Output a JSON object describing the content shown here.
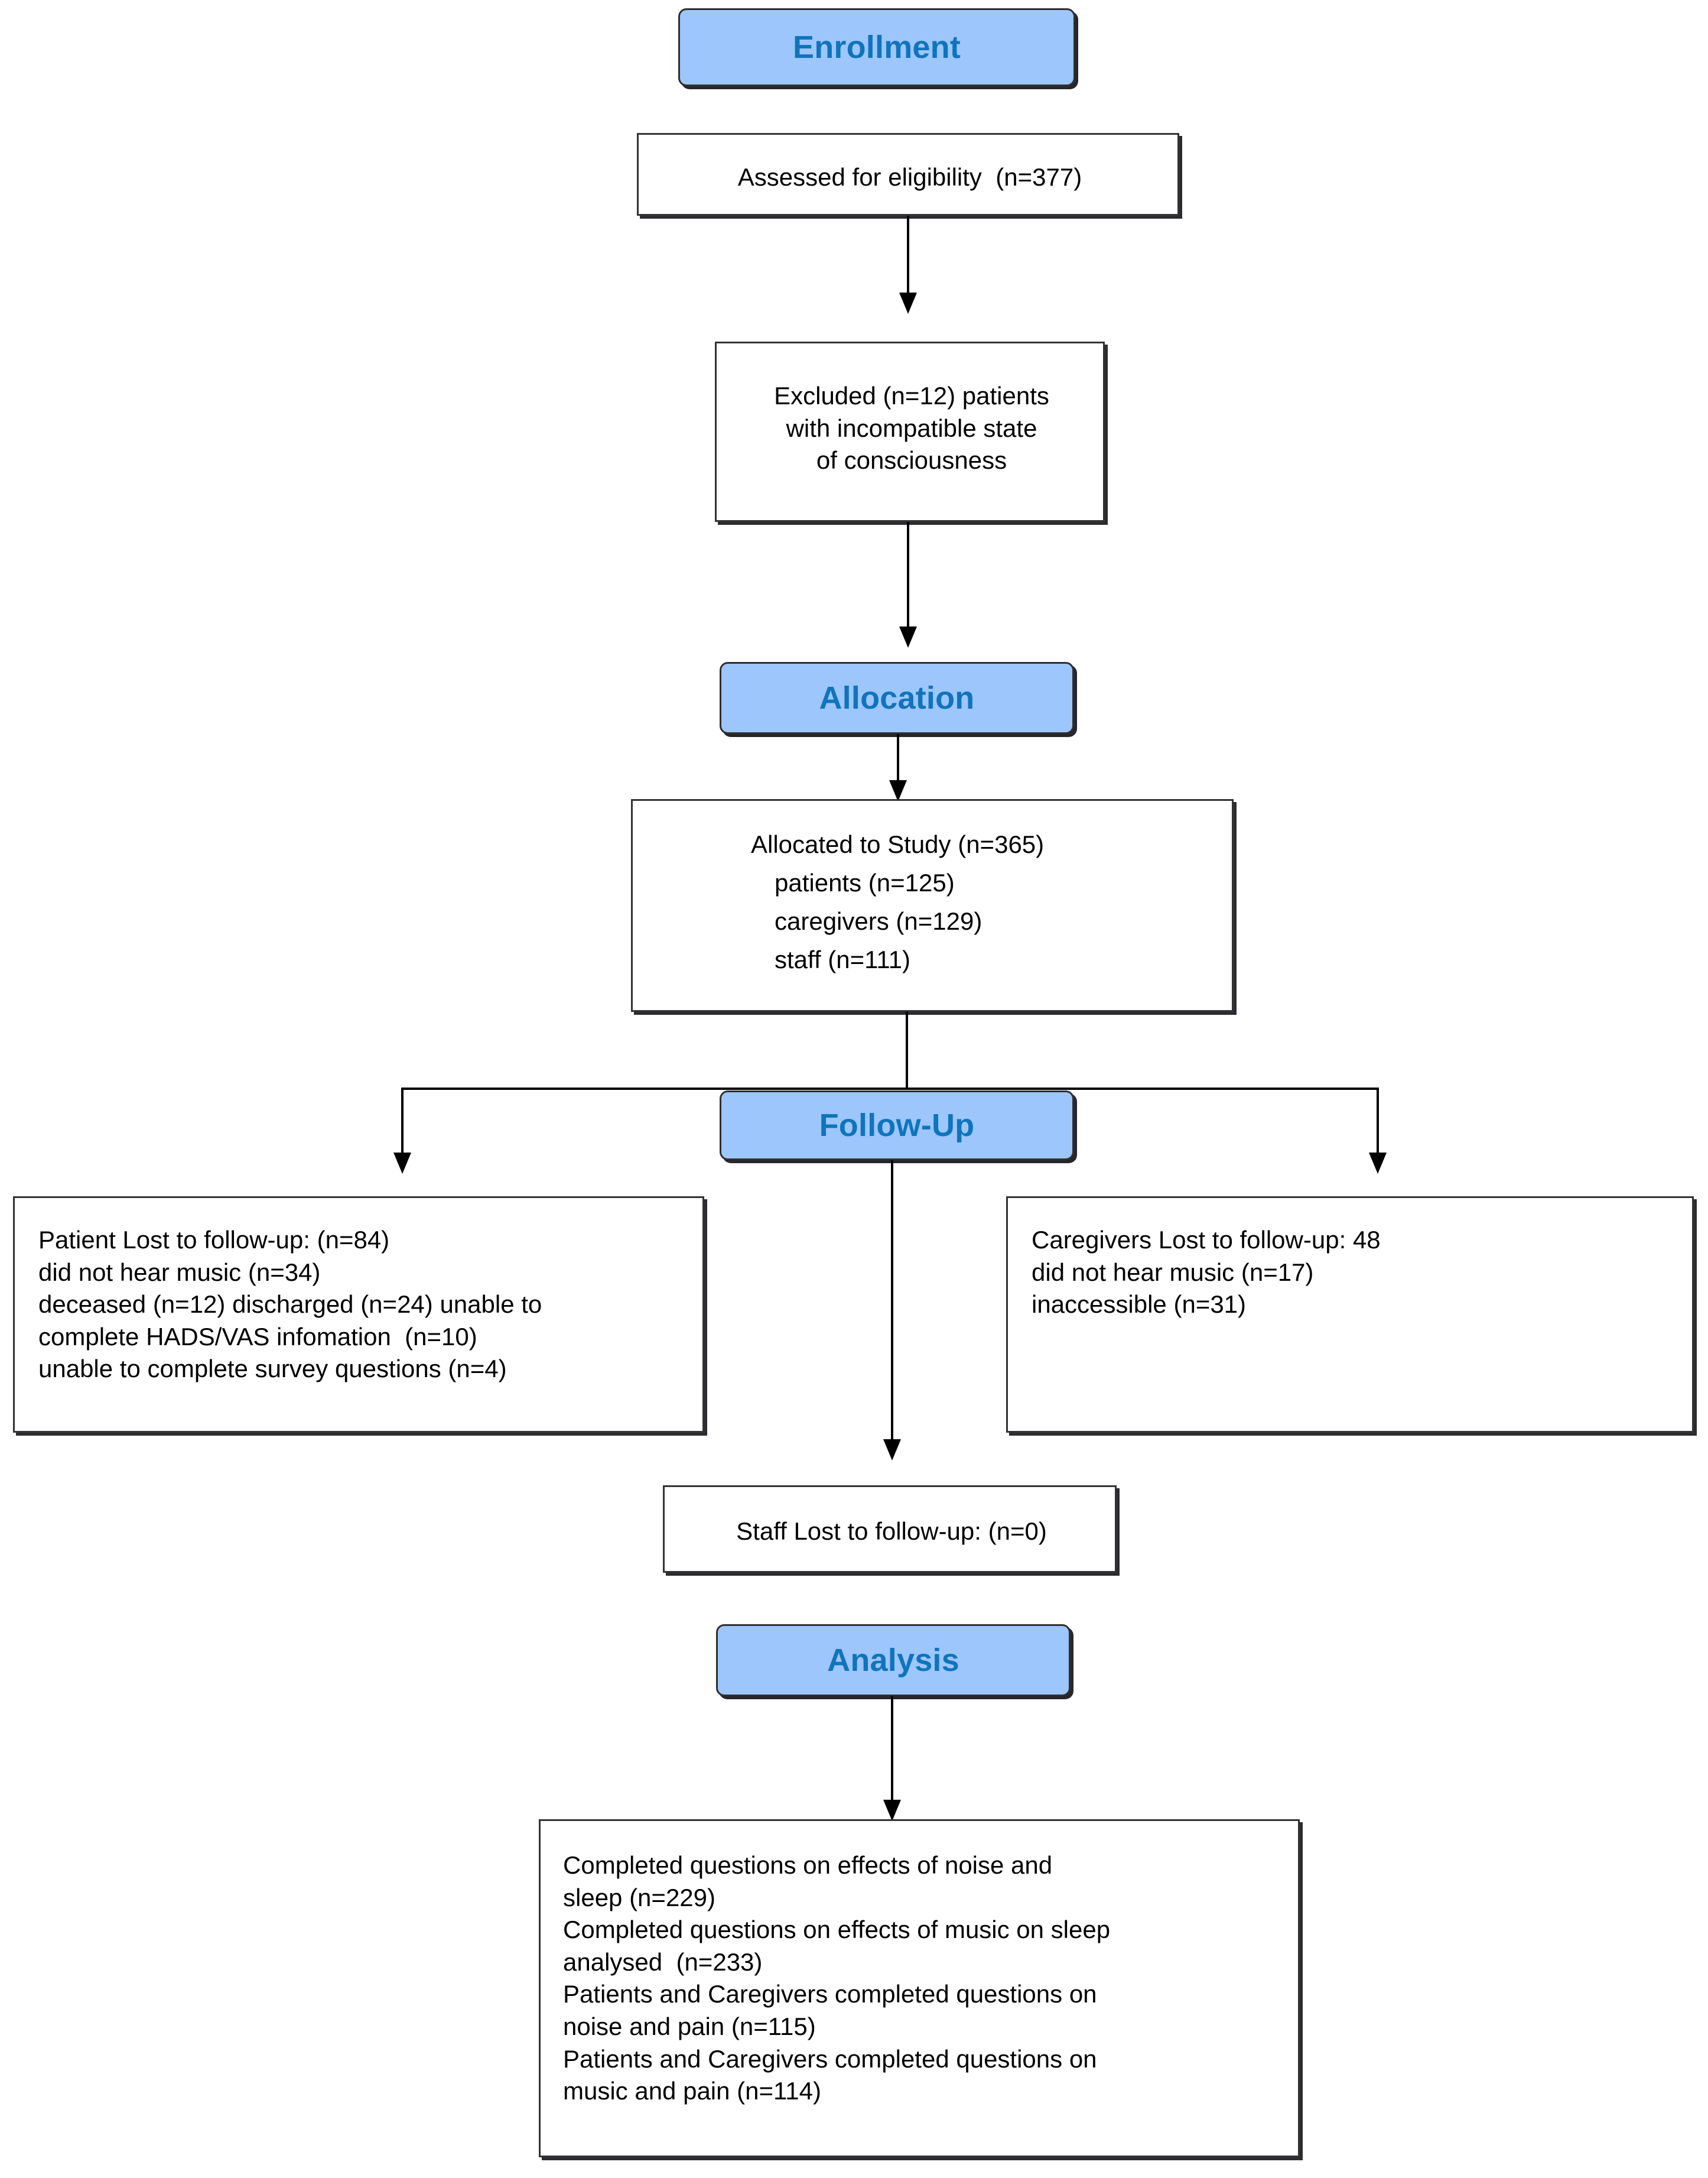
{
  "diagram": {
    "title": "CONSORT participant flow diagram",
    "accent_color": "#9DC6FC",
    "banner_text_color": "#1074BC",
    "box_border_color": "#333333",
    "background_color": "#ffffff"
  },
  "stages": {
    "enrollment": "Enrollment",
    "allocation": "Allocation",
    "follow_up": "Follow-Up",
    "analysis": "Analysis"
  },
  "boxes": {
    "assessed": {
      "text": "Assessed for eligibility  (n=377)",
      "n": 377
    },
    "excluded": {
      "text": "Excluded (n=12) patients\nwith incompatible state\nof consciousness",
      "n": 12
    },
    "allocated": {
      "line1": "Allocated to Study (n=365)",
      "line2": "patients (n=125)",
      "line3": "caregivers (n=129)",
      "line4": "staff (n=111)",
      "total": 365,
      "patients": 125,
      "caregivers": 129,
      "staff": 111
    },
    "patient_lost": {
      "text": "Patient Lost to follow-up: (n=84)\ndid not hear music (n=34)\ndeceased (n=12) discharged (n=24) unable to\ncomplete HADS/VAS infomation  (n=10)\nunable to complete survey questions (n=4)",
      "lost": 84,
      "did_not_hear_music": 34,
      "deceased": 12,
      "discharged": 24,
      "incomplete_hads_vas": 10,
      "incomplete_survey": 4
    },
    "caregiver_lost": {
      "text": "Caregivers Lost to follow-up: 48\ndid not hear music (n=17)\ninaccessible (n=31)",
      "lost": 48,
      "did_not_hear_music": 17,
      "inaccessible": 31
    },
    "staff_lost": {
      "text": "Staff Lost to follow-up: (n=0)",
      "lost": 0
    },
    "analysis_results": {
      "text": "Completed questions on effects of noise and\nsleep (n=229)\nCompleted questions on effects of music on sleep\nanalysed  (n=233)\nPatients and Caregivers completed questions on\nnoise and pain (n=115)\nPatients and Caregivers completed questions on\nmusic and pain (n=114)",
      "noise_and_sleep": 229,
      "music_on_sleep_analysed": 233,
      "noise_and_pain": 115,
      "music_and_pain": 114
    }
  }
}
